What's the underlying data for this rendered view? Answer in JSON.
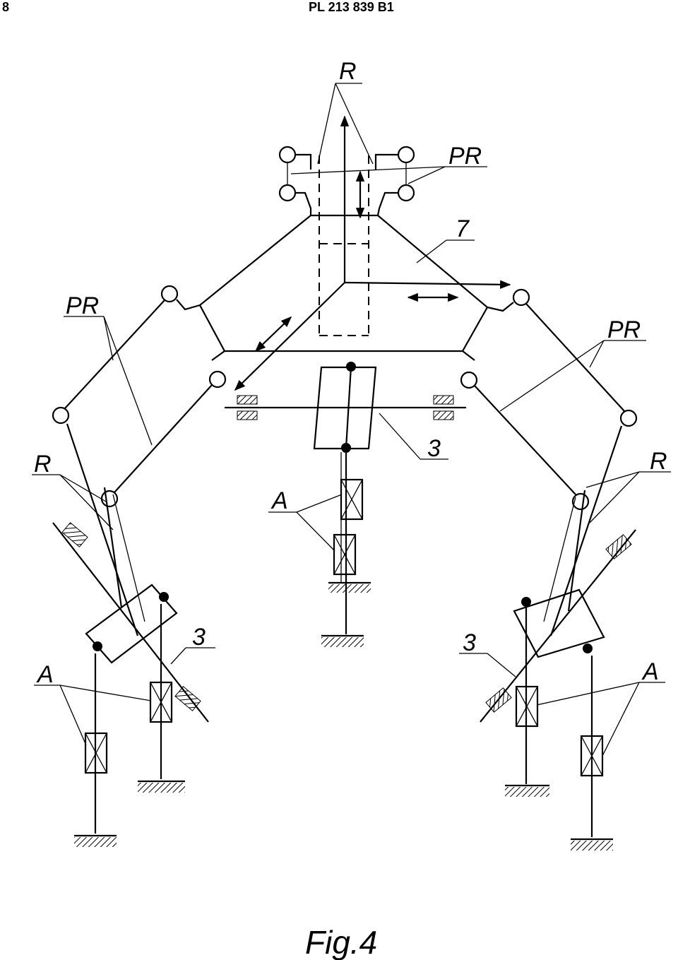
{
  "header": {
    "page_number": "8",
    "publication_number": "PL 213 839 B1"
  },
  "labels": {
    "top_revolute": "R",
    "top_prismatic_revolute": "PR",
    "platform": "7",
    "left_prismatic_revolute": "PR",
    "right_prismatic_revolute": "PR",
    "left_revolute": "R",
    "right_revolute": "R",
    "center_gimbal": "3",
    "center_actuator": "A",
    "left_gimbal": "3",
    "right_gimbal": "3",
    "left_actuator": "A",
    "right_actuator": "A"
  },
  "caption": "Fig.4"
}
